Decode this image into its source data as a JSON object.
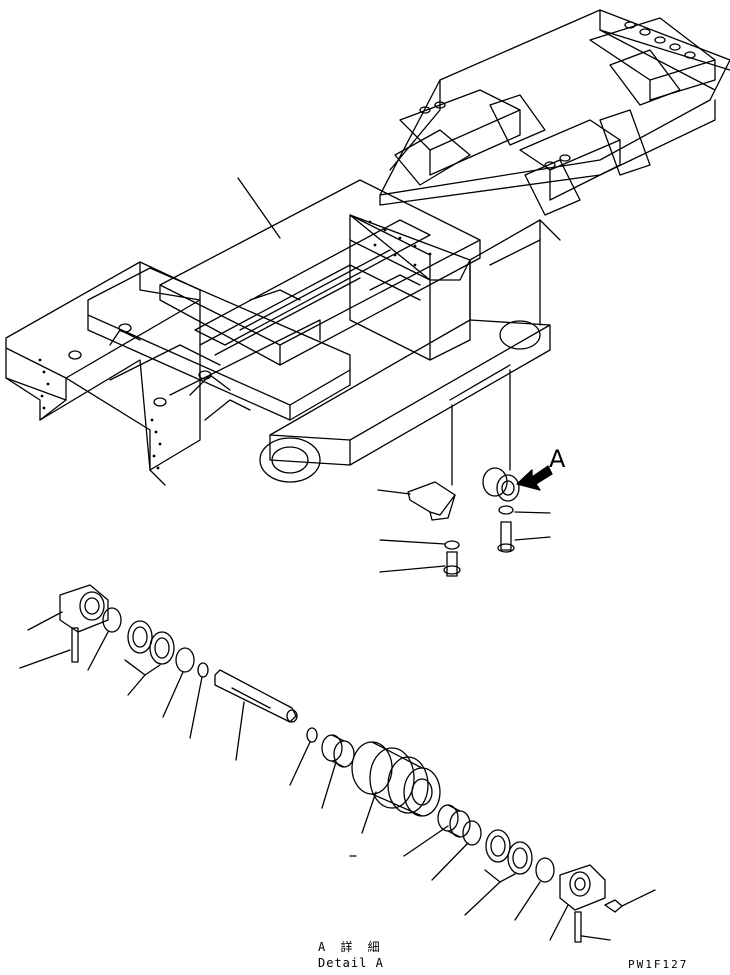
{
  "labels": {
    "detail_marker": "A",
    "caption_japanese": "A 詳 細",
    "caption_english": "Detail A",
    "drawing_code": "PW1F127"
  },
  "colors": {
    "ink": "#000000",
    "paper": "#ffffff"
  }
}
